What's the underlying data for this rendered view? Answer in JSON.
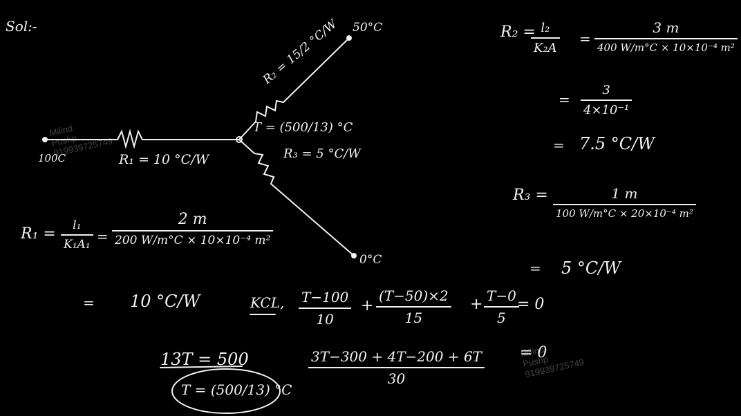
{
  "header": {
    "solution_label": "Sol:-"
  },
  "circuit": {
    "node_left": "100C",
    "node_top": "50°C",
    "node_bottom": "0°C",
    "r1_label": "R₁ = 10 °C/W",
    "r2_label": "R₂ = 15/2 °C/W",
    "r3_label": "R₃ = 5 °C/W",
    "t_label": "T = (500/13) °C"
  },
  "eq_r1": {
    "lhs": "R₁ =",
    "frac1_num": "l₁",
    "frac1_den": "K₁A₁",
    "eq": "=",
    "frac2_num": "2 m",
    "frac2_den": "200 W/m°C × 10×10⁻⁴ m²",
    "result_eq": "=",
    "result": "10 °C/W"
  },
  "eq_r2": {
    "lhs": "R₂ =",
    "frac1_num": "l₂",
    "frac1_den": "K₂A",
    "eq": "=",
    "frac2_num": "3 m",
    "frac2_den": "400 W/m°C × 10×10⁻⁴ m²",
    "step_eq": "=",
    "step_num": "3",
    "step_den": "4×10⁻¹",
    "result_eq": "=",
    "result": "7.5 °C/W"
  },
  "eq_r3": {
    "lhs": "R₃ =",
    "num": "1 m",
    "den": "100 W/m°C × 20×10⁻⁴ m²",
    "result_eq": "=",
    "result": "5 °C/W"
  },
  "kcl": {
    "label": "KCL,",
    "t1_num": "T−100",
    "t1_den": "10",
    "plus1": "+",
    "t2_num": "(T−50)×2",
    "t2_den": "15",
    "plus2": "+",
    "t3_num": "T−0",
    "t3_den": "5",
    "rhs": "= 0"
  },
  "solve": {
    "line1": "13T = 500",
    "boxed": "T = (500/13) °C",
    "combined_num": "3T−300 + 4T−200 + 6T",
    "combined_den": "30",
    "combined_rhs": "= 0"
  },
  "watermark": {
    "w1": [
      "Milind",
      "Pushp",
      "919939725749"
    ],
    "w2": [
      "Milind",
      "Pushp",
      "919939725749"
    ]
  }
}
